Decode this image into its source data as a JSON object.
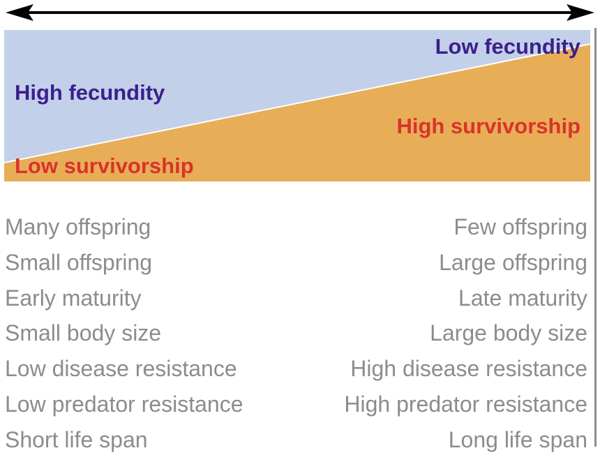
{
  "arrow": {
    "color": "#000000"
  },
  "panel": {
    "fecundity_color": "#c3d0e9",
    "survivorship_color": "#e8ad57"
  },
  "labels": {
    "high_fecundity": "High fecundity",
    "low_fecundity": "Low fecundity",
    "high_survivorship": "High survivorship",
    "low_survivorship": "Low survivorship",
    "fecundity_color": "#3b1f8c",
    "survivorship_color": "#d9332b"
  },
  "traits": {
    "color": "#8c8c8c",
    "left": [
      "Many offspring",
      "Small offspring",
      "Early maturity",
      "Small body size",
      "Low disease resistance",
      "Low predator resistance",
      "Short life span"
    ],
    "right": [
      "Few offspring",
      "Large offspring",
      "Late maturity",
      "Large body size",
      "High disease resistance",
      "High predator resistance",
      "Long life span"
    ]
  },
  "rule_color": "#8c8c8c"
}
